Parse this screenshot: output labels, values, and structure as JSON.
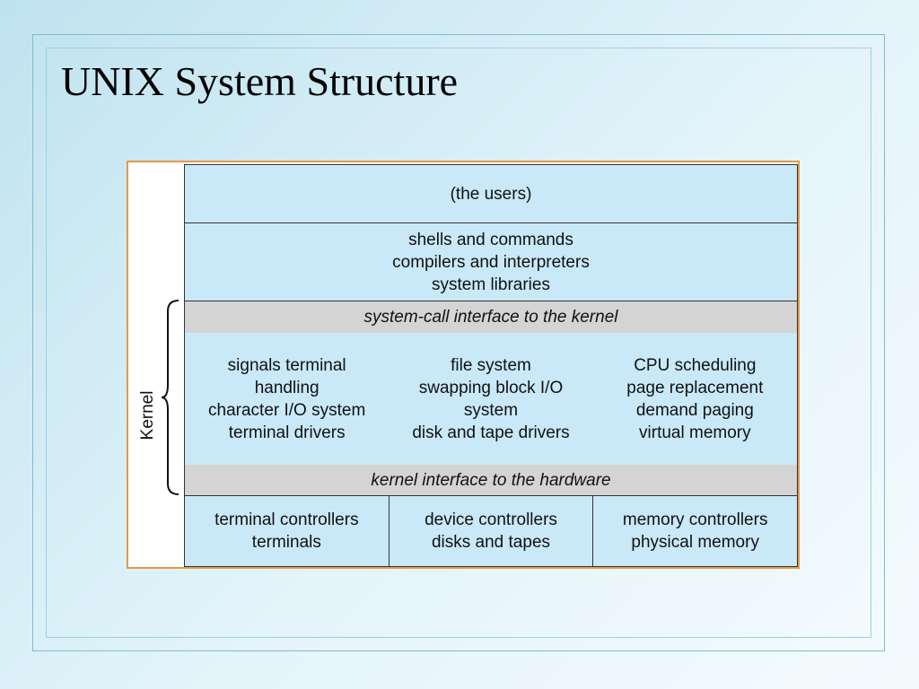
{
  "slide": {
    "title": "UNIX System Structure"
  },
  "diagram": {
    "side_label": "Kernel",
    "users": "(the users)",
    "programs": [
      "shells and commands",
      "compilers and interpreters",
      "system libraries"
    ],
    "syscall_interface": "system-call interface to the kernel",
    "kernel_columns": [
      [
        "signals terminal",
        "handling",
        "character I/O system",
        "terminal drivers"
      ],
      [
        "file system",
        "swapping block I/O",
        "system",
        "disk and tape drivers"
      ],
      [
        "CPU scheduling",
        "page replacement",
        "demand paging",
        "virtual memory"
      ]
    ],
    "hw_interface": "kernel interface to the hardware",
    "hardware_columns": [
      [
        "terminal controllers",
        "terminals"
      ],
      [
        "device controllers",
        "disks and tapes"
      ],
      [
        "memory controllers",
        "physical memory"
      ]
    ]
  }
}
